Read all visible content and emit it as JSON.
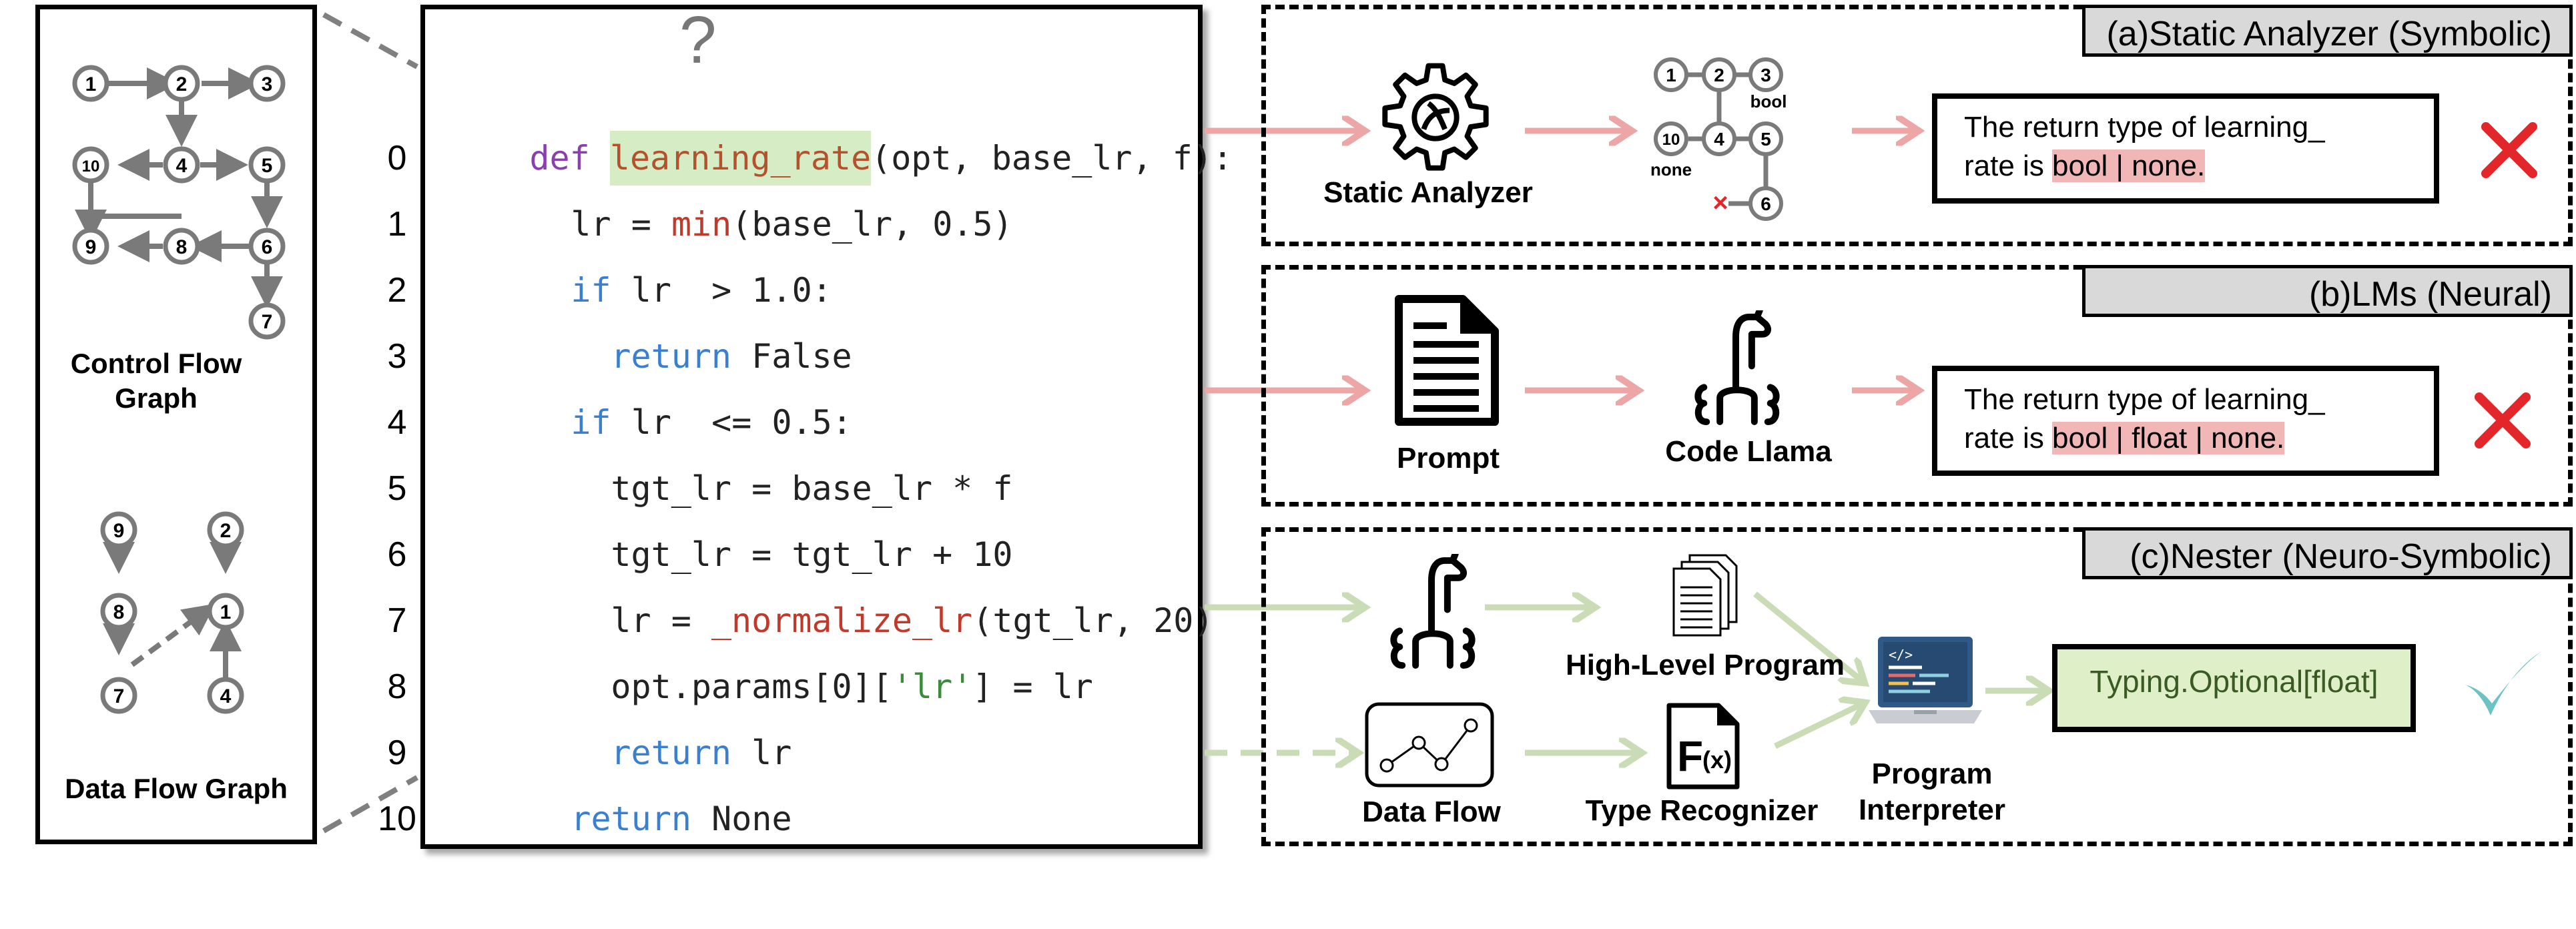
{
  "left_panel": {
    "cfg_title": "Control Flow Graph",
    "dfg_title": "Data Flow Graph",
    "cfg_nodes": [
      "1",
      "2",
      "3",
      "10",
      "4",
      "5",
      "9",
      "8",
      "6",
      "7"
    ],
    "dfg_nodes": [
      "9",
      "2",
      "8",
      "1",
      "7",
      "4"
    ]
  },
  "code": {
    "question_mark": "?",
    "line_numbers": [
      "0",
      "1",
      "2",
      "3",
      "4",
      "5",
      "6",
      "7",
      "8",
      "9",
      "10"
    ],
    "lines": [
      [
        "def",
        " ",
        "learning_rate",
        "(opt, base_lr, f):"
      ],
      [
        "lr = ",
        "min",
        "(base_lr, 0.5)"
      ],
      [
        "if",
        " lr  > 1.0:"
      ],
      [
        "return",
        " False"
      ],
      [
        "if",
        " lr  <= 0.5:"
      ],
      [
        "tgt_lr = base_lr * f"
      ],
      [
        "tgt_lr = tgt_lr + 10"
      ],
      [
        "lr = ",
        "_normalize_lr",
        "(tgt_lr, 20)"
      ],
      [
        "opt.params[0][",
        "'lr'",
        "] = lr"
      ],
      [
        "return",
        " lr"
      ],
      [
        "return",
        " None"
      ]
    ]
  },
  "sections": {
    "a": {
      "label": "(a)Static Analyzer (Symbolic)",
      "tool": "Static Analyzer",
      "graph_nodes": [
        "1",
        "2",
        "3",
        "10",
        "4",
        "5",
        "6"
      ],
      "bool_tag": "bool",
      "none_tag": "none",
      "cross_tag": "×",
      "result_prefix_1": "The return type of learning_",
      "result_prefix_2": "rate is ",
      "result_type": "bool | none."
    },
    "b": {
      "label": "(b)LMs (Neural)",
      "tool_1": "Prompt",
      "tool_2": "Code Llama",
      "result_prefix_1": "The return type of learning_",
      "result_prefix_2": "rate is ",
      "result_type": "bool | float | none."
    },
    "c": {
      "label": "(c)Nester (Neuro-Symbolic)",
      "hlp": "High-Level Program",
      "data_flow": "Data Flow",
      "type_rec": "Type Recognizer",
      "interp": "Program Interpreter",
      "result": "Typing.Optional[float]"
    }
  },
  "colors": {
    "red_arrow": "#eca6a6",
    "green_arrow": "#c9dcb5",
    "cross": "#e3262a",
    "check": "#6cc3c3"
  }
}
